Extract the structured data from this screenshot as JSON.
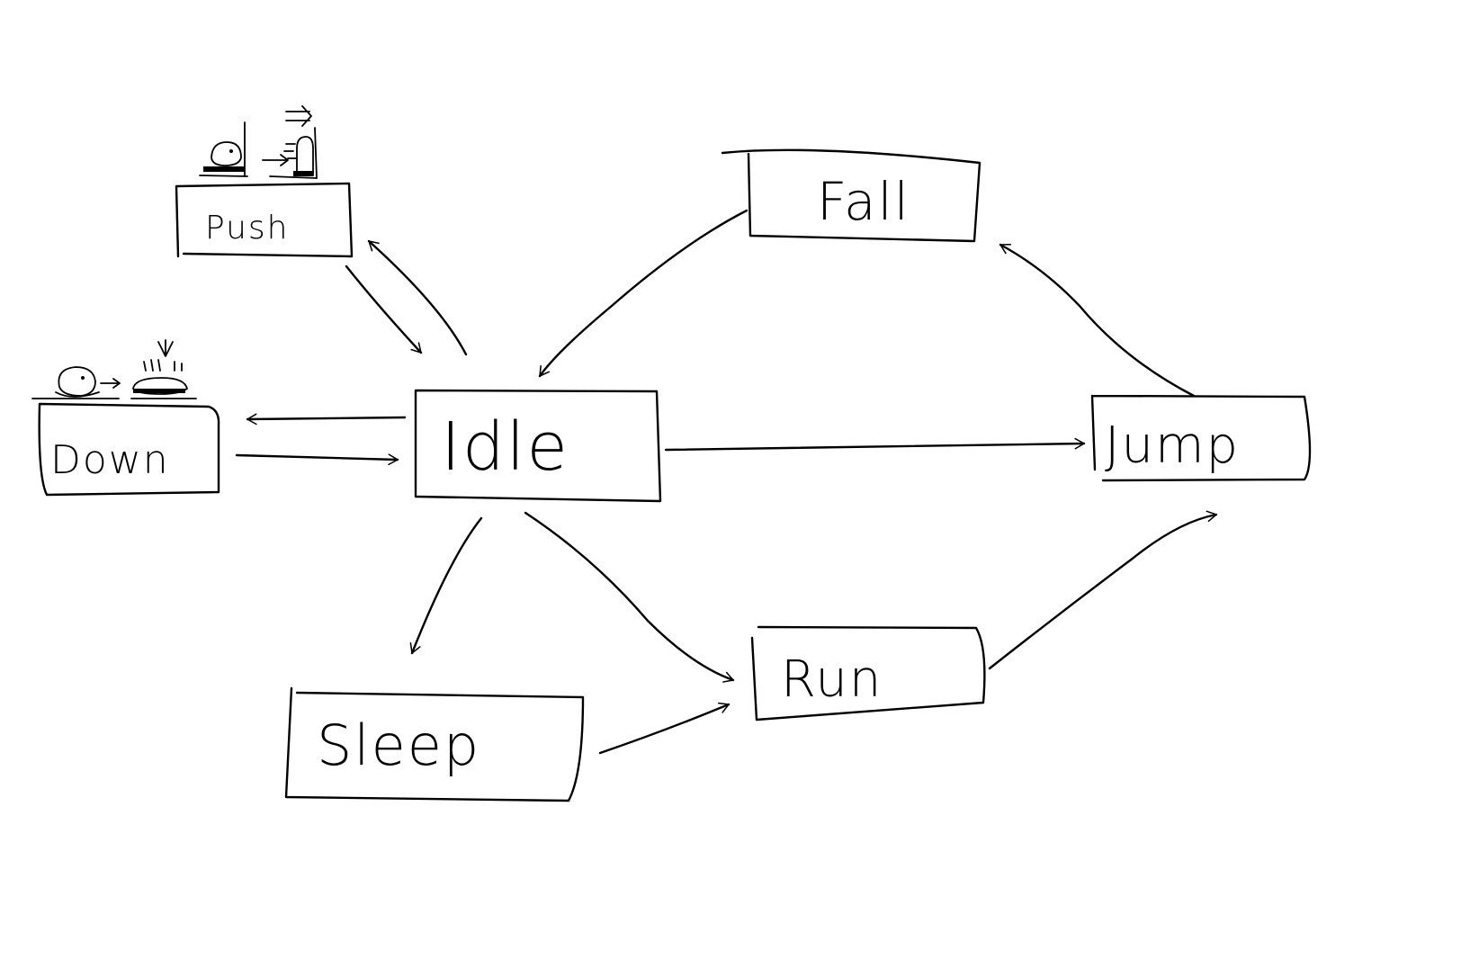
{
  "diagram": {
    "ink_color": "#000000",
    "background": "#ffffff",
    "states": {
      "idle": "Idle",
      "push": "Push",
      "down": "Down",
      "fall": "Fall",
      "jump": "Jump",
      "run": "Run",
      "sleep": "Sleep"
    },
    "transitions": [
      {
        "from": "Push",
        "to": "Idle"
      },
      {
        "from": "Idle",
        "to": "Push"
      },
      {
        "from": "Idle",
        "to": "Down"
      },
      {
        "from": "Down",
        "to": "Idle"
      },
      {
        "from": "Fall",
        "to": "Idle"
      },
      {
        "from": "Idle",
        "to": "Jump"
      },
      {
        "from": "Jump",
        "to": "Fall"
      },
      {
        "from": "Idle",
        "to": "Sleep"
      },
      {
        "from": "Idle",
        "to": "Run"
      },
      {
        "from": "Sleep",
        "to": "Run"
      },
      {
        "from": "Run",
        "to": "Jump"
      }
    ],
    "sprites": [
      {
        "name": "push-sprite-sketch",
        "state": "Push"
      },
      {
        "name": "down-sprite-sketch",
        "state": "Down"
      }
    ]
  }
}
